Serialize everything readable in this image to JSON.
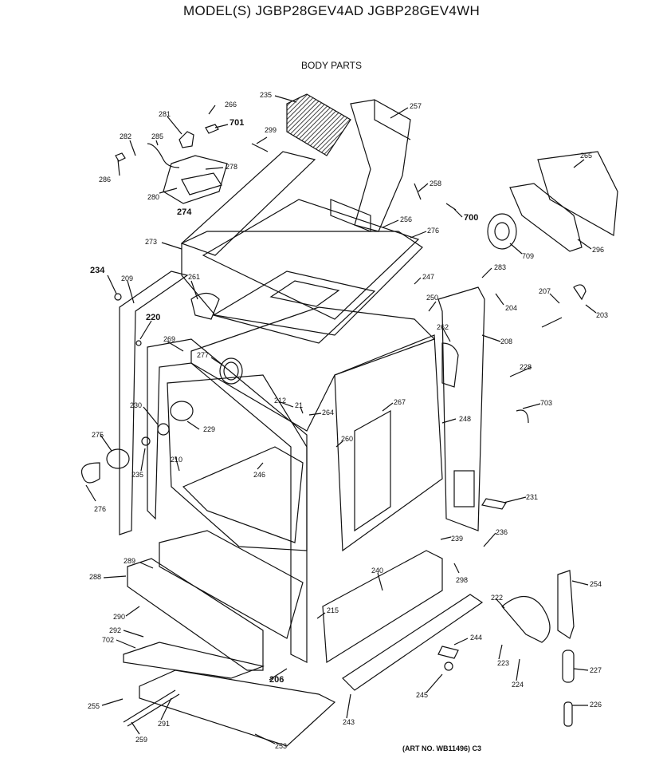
{
  "header": {
    "title": "MODEL(S) JGBP28GEV4AD  JGBP28GEV4WH",
    "subtitle": "BODY PARTS"
  },
  "footer": {
    "art_no": "(ART NO. WB11496) C3"
  },
  "callouts": [
    {
      "id": "l281",
      "text": "281"
    },
    {
      "id": "l266",
      "text": "266"
    },
    {
      "id": "l701",
      "text": "701"
    },
    {
      "id": "l282",
      "text": "282"
    },
    {
      "id": "l285",
      "text": "285"
    },
    {
      "id": "l286",
      "text": "286"
    },
    {
      "id": "l278",
      "text": "278"
    },
    {
      "id": "l280",
      "text": "280"
    },
    {
      "id": "l274",
      "text": "274"
    },
    {
      "id": "l299",
      "text": "299"
    },
    {
      "id": "l235a",
      "text": "235"
    },
    {
      "id": "l257",
      "text": "257"
    },
    {
      "id": "l265",
      "text": "265"
    },
    {
      "id": "l258",
      "text": "258"
    },
    {
      "id": "l700",
      "text": "700"
    },
    {
      "id": "l256",
      "text": "256"
    },
    {
      "id": "l276",
      "text": "276"
    },
    {
      "id": "l709",
      "text": "709"
    },
    {
      "id": "l296",
      "text": "296"
    },
    {
      "id": "l273",
      "text": "273"
    },
    {
      "id": "l234",
      "text": "234"
    },
    {
      "id": "l209",
      "text": "209"
    },
    {
      "id": "l261",
      "text": "261"
    },
    {
      "id": "l247",
      "text": "247"
    },
    {
      "id": "l283",
      "text": "283"
    },
    {
      "id": "l204",
      "text": "204"
    },
    {
      "id": "l207",
      "text": "207"
    },
    {
      "id": "l203",
      "text": "203"
    },
    {
      "id": "l220",
      "text": "220"
    },
    {
      "id": "l250",
      "text": "250"
    },
    {
      "id": "l262",
      "text": "262"
    },
    {
      "id": "l269",
      "text": "269"
    },
    {
      "id": "l277",
      "text": "277"
    },
    {
      "id": "l208",
      "text": "208"
    },
    {
      "id": "l228",
      "text": "228"
    },
    {
      "id": "l212",
      "text": "212"
    },
    {
      "id": "l21",
      "text": "21"
    },
    {
      "id": "l267",
      "text": "267"
    },
    {
      "id": "l230",
      "text": "230"
    },
    {
      "id": "l264",
      "text": "264"
    },
    {
      "id": "l703",
      "text": "703"
    },
    {
      "id": "l229",
      "text": "229"
    },
    {
      "id": "l248",
      "text": "248"
    },
    {
      "id": "l275",
      "text": "275"
    },
    {
      "id": "l260",
      "text": "260"
    },
    {
      "id": "l210",
      "text": "210"
    },
    {
      "id": "l246",
      "text": "246"
    },
    {
      "id": "l235b",
      "text": "235"
    },
    {
      "id": "l231",
      "text": "231"
    },
    {
      "id": "l276b",
      "text": "276"
    },
    {
      "id": "l239",
      "text": "239"
    },
    {
      "id": "l236",
      "text": "236"
    },
    {
      "id": "l289",
      "text": "289"
    },
    {
      "id": "l288",
      "text": "288"
    },
    {
      "id": "l240",
      "text": "240"
    },
    {
      "id": "l298",
      "text": "298"
    },
    {
      "id": "l254",
      "text": "254"
    },
    {
      "id": "l222",
      "text": "222"
    },
    {
      "id": "l290",
      "text": "290"
    },
    {
      "id": "l215",
      "text": "215"
    },
    {
      "id": "l292",
      "text": "292"
    },
    {
      "id": "l702",
      "text": "702"
    },
    {
      "id": "l244",
      "text": "244"
    },
    {
      "id": "l227",
      "text": "227"
    },
    {
      "id": "l223",
      "text": "223"
    },
    {
      "id": "l206",
      "text": "206"
    },
    {
      "id": "l224",
      "text": "224"
    },
    {
      "id": "l245",
      "text": "245"
    },
    {
      "id": "l255",
      "text": "255"
    },
    {
      "id": "l226",
      "text": "226"
    },
    {
      "id": "l291",
      "text": "291"
    },
    {
      "id": "l243",
      "text": "243"
    },
    {
      "id": "l259",
      "text": "259"
    },
    {
      "id": "l253",
      "text": "253"
    }
  ]
}
